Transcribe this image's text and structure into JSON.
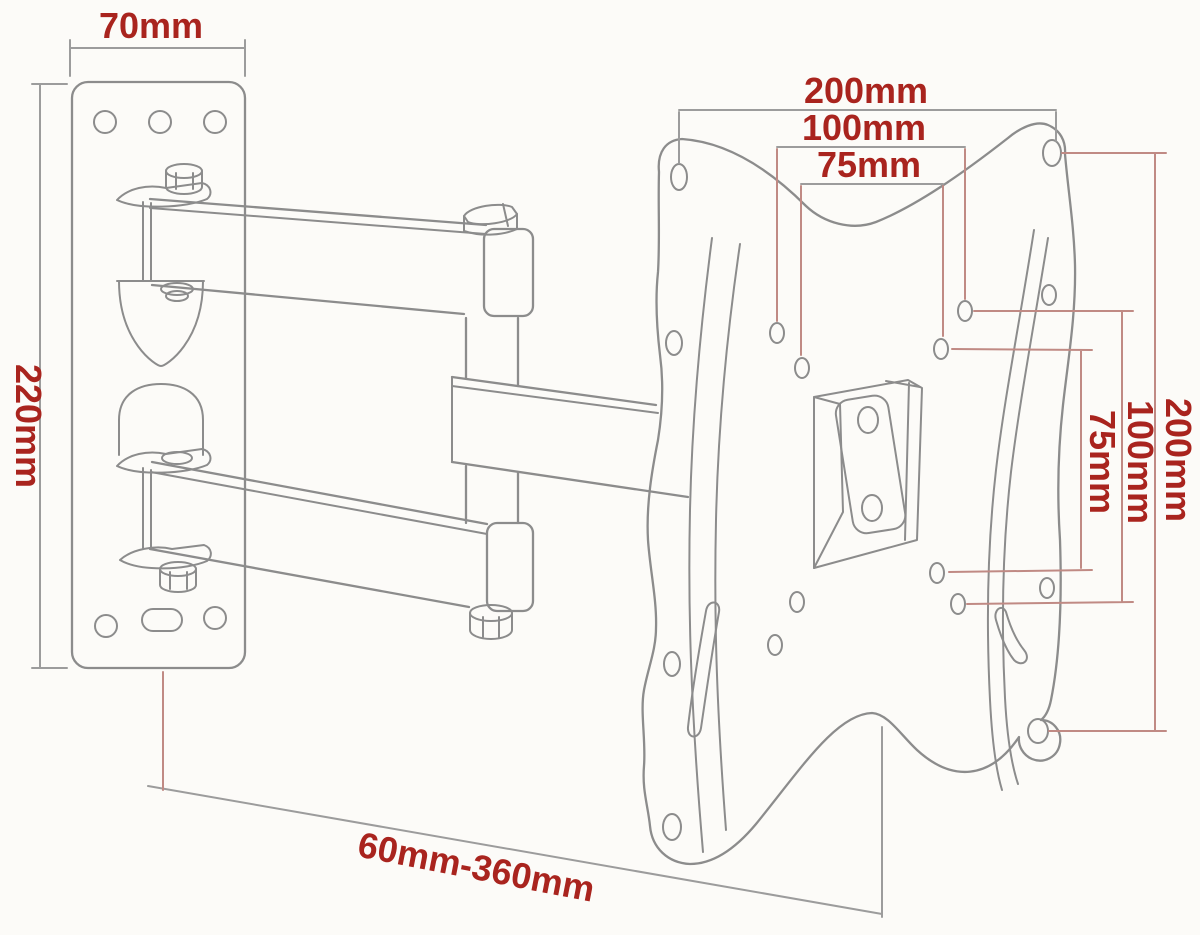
{
  "figure": {
    "type": "technical-drawing",
    "subject": "Articulating TV wall mount bracket with dimension annotations",
    "background_color": "#fcfbf8",
    "drawing_line_color": "#8c8c8c",
    "dimension_line_color": "#9c9c9c",
    "leader_line_color": "#c08a84",
    "label_color": "#a9241e"
  },
  "dimensions": {
    "wall_plate_width": "70mm",
    "wall_plate_height": "220mm",
    "vesa_top_outer_width": "200mm",
    "vesa_top_mid_width": "100mm",
    "vesa_top_inner_width": "75mm",
    "vesa_side_inner_height": "75mm",
    "vesa_side_mid_height": "100mm",
    "vesa_side_outer_height": "200mm",
    "arm_extension_range": "60mm-360mm"
  }
}
